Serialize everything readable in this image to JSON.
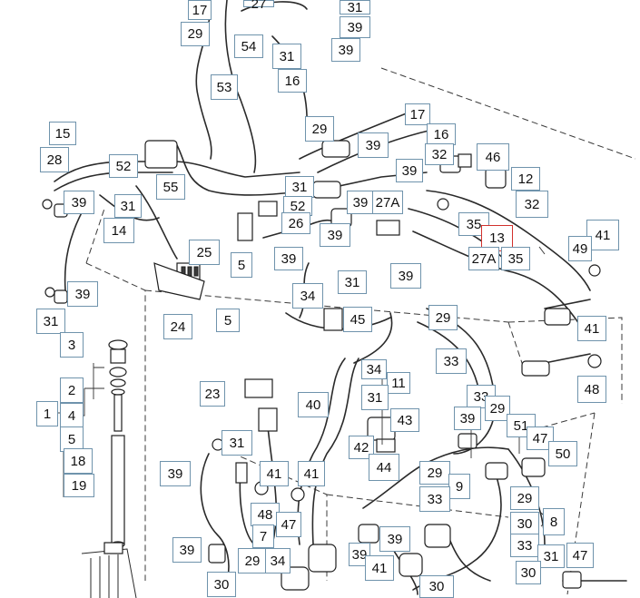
{
  "diagram": {
    "highlight_color": "#d2312c",
    "callout_border_color": "#6f93ac",
    "callouts": [
      {
        "id": "c1",
        "label": "17"
      },
      {
        "id": "c2",
        "label": "29"
      },
      {
        "id": "c3",
        "label": "27"
      },
      {
        "id": "c4",
        "label": "31"
      },
      {
        "id": "c5",
        "label": "39"
      },
      {
        "id": "c6",
        "label": "54"
      },
      {
        "id": "c7",
        "label": "31"
      },
      {
        "id": "c8",
        "label": "39"
      },
      {
        "id": "c9",
        "label": "53"
      },
      {
        "id": "c10",
        "label": "16"
      },
      {
        "id": "c11",
        "label": "17"
      },
      {
        "id": "c12",
        "label": "15"
      },
      {
        "id": "c13",
        "label": "28"
      },
      {
        "id": "c14",
        "label": "29"
      },
      {
        "id": "c15",
        "label": "16"
      },
      {
        "id": "c16",
        "label": "39"
      },
      {
        "id": "c17",
        "label": "32"
      },
      {
        "id": "c18",
        "label": "52"
      },
      {
        "id": "c19",
        "label": "46"
      },
      {
        "id": "c20",
        "label": "55"
      },
      {
        "id": "c21",
        "label": "39"
      },
      {
        "id": "c22",
        "label": "12"
      },
      {
        "id": "c23",
        "label": "31"
      },
      {
        "id": "c24",
        "label": "39"
      },
      {
        "id": "c25",
        "label": "31"
      },
      {
        "id": "c26",
        "label": "52"
      },
      {
        "id": "c27",
        "label": "39"
      },
      {
        "id": "c28",
        "label": "27A"
      },
      {
        "id": "c29",
        "label": "32"
      },
      {
        "id": "c30",
        "label": "26"
      },
      {
        "id": "c31",
        "label": "14"
      },
      {
        "id": "c32",
        "label": "35"
      },
      {
        "id": "c33",
        "label": "39"
      },
      {
        "id": "c34",
        "label": "13"
      },
      {
        "id": "c35",
        "label": "41"
      },
      {
        "id": "c36",
        "label": "25"
      },
      {
        "id": "c37",
        "label": "49"
      },
      {
        "id": "c38",
        "label": "39"
      },
      {
        "id": "c39",
        "label": "27A"
      },
      {
        "id": "c40",
        "label": "35"
      },
      {
        "id": "c41",
        "label": "5"
      },
      {
        "id": "c42",
        "label": "31"
      },
      {
        "id": "c43",
        "label": "39"
      },
      {
        "id": "c44",
        "label": "39"
      },
      {
        "id": "c45",
        "label": "34"
      },
      {
        "id": "c46",
        "label": "29"
      },
      {
        "id": "c47",
        "label": "31"
      },
      {
        "id": "c48",
        "label": "24"
      },
      {
        "id": "c49",
        "label": "5"
      },
      {
        "id": "c50",
        "label": "45"
      },
      {
        "id": "c51",
        "label": "41"
      },
      {
        "id": "c52",
        "label": "3"
      },
      {
        "id": "c53",
        "label": "33"
      },
      {
        "id": "c54",
        "label": "48"
      },
      {
        "id": "c55",
        "label": "34"
      },
      {
        "id": "c56",
        "label": "23"
      },
      {
        "id": "c57",
        "label": "11"
      },
      {
        "id": "c58",
        "label": "40"
      },
      {
        "id": "c59",
        "label": "2"
      },
      {
        "id": "c60",
        "label": "31"
      },
      {
        "id": "c61",
        "label": "33"
      },
      {
        "id": "c62",
        "label": "1"
      },
      {
        "id": "c63",
        "label": "4"
      },
      {
        "id": "c64",
        "label": "39"
      },
      {
        "id": "c65",
        "label": "29"
      },
      {
        "id": "c66",
        "label": "43"
      },
      {
        "id": "c67",
        "label": "51"
      },
      {
        "id": "c68",
        "label": "31"
      },
      {
        "id": "c69",
        "label": "42"
      },
      {
        "id": "c70",
        "label": "47"
      },
      {
        "id": "c71",
        "label": "5"
      },
      {
        "id": "c72",
        "label": "50"
      },
      {
        "id": "c73",
        "label": "44"
      },
      {
        "id": "c74",
        "label": "18"
      },
      {
        "id": "c75",
        "label": "39"
      },
      {
        "id": "c76",
        "label": "41"
      },
      {
        "id": "c77",
        "label": "41"
      },
      {
        "id": "c78",
        "label": "29"
      },
      {
        "id": "c79",
        "label": "9"
      },
      {
        "id": "c80",
        "label": "19"
      },
      {
        "id": "c81",
        "label": "33"
      },
      {
        "id": "c82",
        "label": "29"
      },
      {
        "id": "c83",
        "label": "48"
      },
      {
        "id": "c84",
        "label": "47"
      },
      {
        "id": "c85",
        "label": "30"
      },
      {
        "id": "c86",
        "label": "8"
      },
      {
        "id": "c87",
        "label": "7"
      },
      {
        "id": "c88",
        "label": "39"
      },
      {
        "id": "c89",
        "label": "33"
      },
      {
        "id": "c90",
        "label": "39"
      },
      {
        "id": "c91",
        "label": "31"
      },
      {
        "id": "c92",
        "label": "47"
      },
      {
        "id": "c93",
        "label": "39"
      },
      {
        "id": "c94",
        "label": "41"
      },
      {
        "id": "c95",
        "label": "30"
      },
      {
        "id": "c96",
        "label": "29"
      },
      {
        "id": "c97",
        "label": "34"
      },
      {
        "id": "c98",
        "label": "30"
      },
      {
        "id": "c99",
        "label": "30"
      }
    ]
  }
}
